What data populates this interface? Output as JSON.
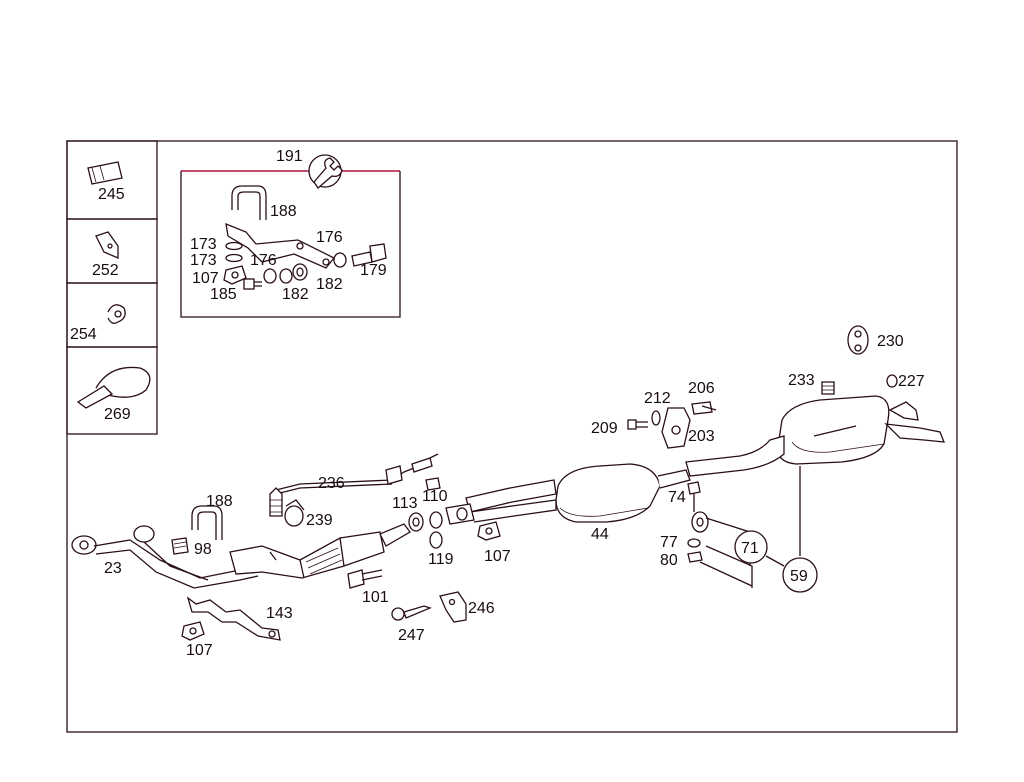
{
  "labels": {
    "p245": "245",
    "p252": "252",
    "p254": "254",
    "p269": "269",
    "p191": "191",
    "p188a": "188",
    "p176a": "176",
    "p173a": "173",
    "p173b": "173",
    "p176b": "176",
    "p179": "179",
    "p107a": "107",
    "p185": "185",
    "p182a": "182",
    "p182b": "182",
    "p230": "230",
    "p233": "233",
    "p227": "227",
    "p212": "212",
    "p206": "206",
    "p209": "209",
    "p203": "203",
    "p236": "236",
    "p110": "110",
    "p113": "113",
    "p188b": "188",
    "p239": "239",
    "p98": "98",
    "p23": "23",
    "p74": "74",
    "p44": "44",
    "p107b": "107",
    "p119": "119",
    "p77": "77",
    "p80": "80",
    "p71": "71",
    "p59": "59",
    "p101": "101",
    "p143": "143",
    "p246": "246",
    "p247": "247",
    "p107c": "107"
  },
  "icons": {
    "wrench": "wrench-icon"
  },
  "colors": {
    "line": "#2a0f1a",
    "accent": "#b0103a"
  }
}
